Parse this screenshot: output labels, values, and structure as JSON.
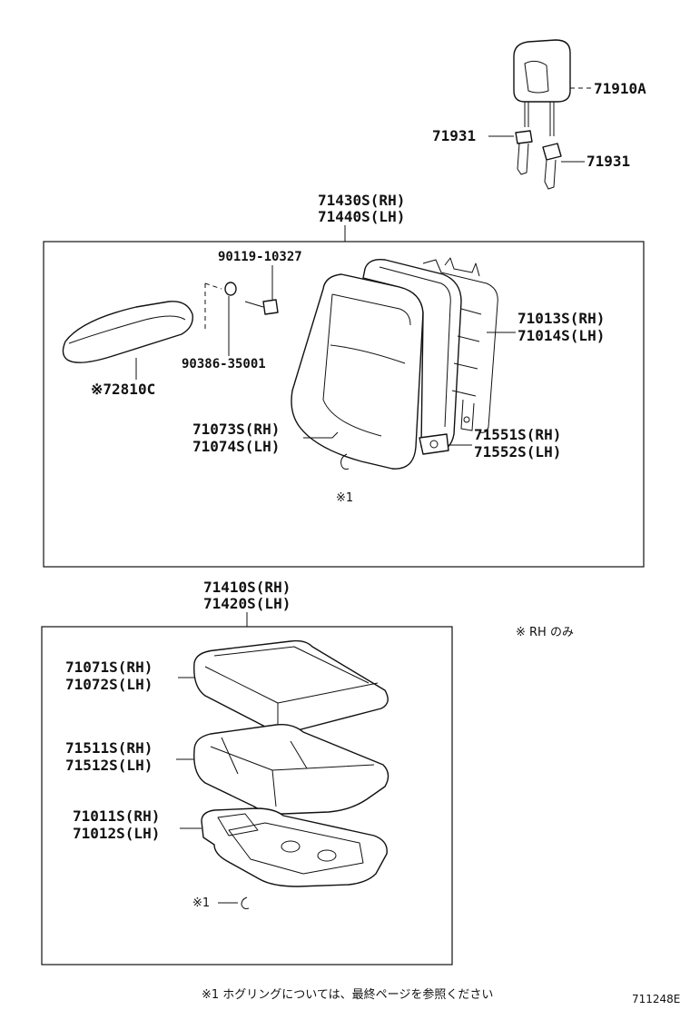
{
  "headrest": {
    "part": "71910A",
    "support_left": "71931",
    "support_right": "71931"
  },
  "seatback_assembly": {
    "rh": "71430S(RH)",
    "lh": "71440S(LH)",
    "screw": "90119-10327",
    "bushing": "90386-35001",
    "armrest": "※72810C",
    "frame_rh": "71013S(RH)",
    "frame_lh": "71014S(LH)",
    "cover_rh": "71073S(RH)",
    "cover_lh": "71074S(LH)",
    "pad_rh": "71551S(RH)",
    "pad_lh": "71552S(LH)",
    "hog_ring_ref": "※1"
  },
  "cushion_assembly": {
    "rh": "71410S(RH)",
    "lh": "71420S(LH)",
    "cover_rh": "71071S(RH)",
    "cover_lh": "71072S(LH)",
    "pad_rh": "71511S(RH)",
    "pad_lh": "71512S(LH)",
    "frame_rh": "71011S(RH)",
    "frame_lh": "71012S(LH)",
    "hog_ring_ref": "※1"
  },
  "notes": {
    "rh_only": "※ RH のみ",
    "footnote": "※1 ホグリングについては、最終ページを参照ください",
    "figure_code": "711248E"
  },
  "icons": [
    "hog-ring-icon"
  ]
}
